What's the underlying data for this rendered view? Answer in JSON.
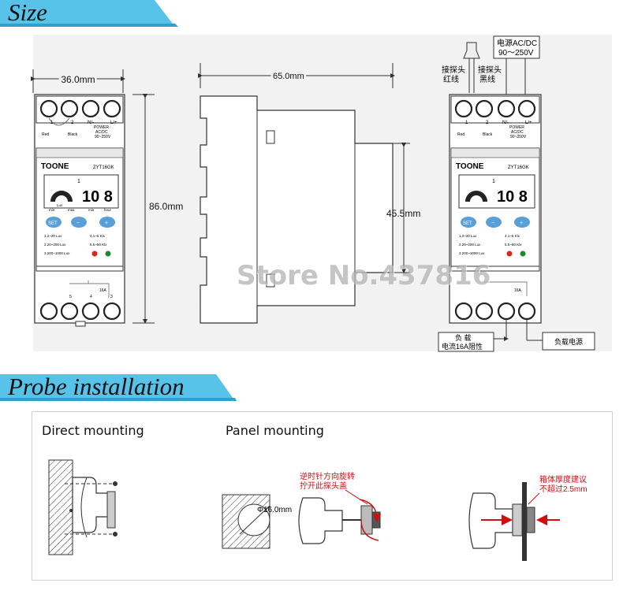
{
  "section_size": {
    "title": "Size"
  },
  "section_probe": {
    "title": "Probe installation"
  },
  "dimensions": {
    "width_front": "36.0mm",
    "height_front": "86.0mm",
    "depth_side": "65.0mm",
    "depth_step": "45.5mm"
  },
  "device": {
    "brand": "TOONE",
    "model": "ZYT16GK",
    "terminal_labels_top": [
      "1",
      "2",
      "N/-",
      "L/+"
    ],
    "wire_colors": [
      "Red",
      "Black"
    ],
    "power_label": "POWER",
    "power_type": "AC/DC",
    "power_range_small": "90~250V",
    "lcd_digits": "10 8",
    "lcd_top_digit": "1",
    "lcd_lux": "Lux",
    "lcd_scale": [
      "min",
      "max",
      "min",
      "hour"
    ],
    "buttons": [
      "SET",
      "−",
      "+"
    ],
    "ranges_left": [
      "1.2~20 Lux",
      "2.20~200 Lux",
      "3.200~1000 Lux"
    ],
    "ranges_right": [
      "4.1~5 Klx",
      "5.5~50 Klx"
    ],
    "relay_label": "16A",
    "terminal_labels_bottom": [
      "5",
      "4",
      "3"
    ]
  },
  "wiring": {
    "probe_red": "接探头\n红线",
    "probe_black": "接探头\n黑线",
    "power_box_line1": "电源AC/DC",
    "power_box_line2": "90～250V",
    "load_box_line1": "负  载",
    "load_box_line2": "电流16A阻性",
    "load_power": "负载电源"
  },
  "watermark": "Store No.437816",
  "probe": {
    "direct_label": "Direct mounting",
    "panel_label": "Panel mounting",
    "hole_label": "Φ16.0mm",
    "note_rotate_1": "逆时针方向旋转",
    "note_rotate_2": "拧开此探头盖",
    "note_thickness_1": "箱体厚度建议",
    "note_thickness_2": "不超过2.5mm"
  },
  "colors": {
    "banner": "#58c3e8",
    "button": "#5aa0d8",
    "led_red": "#d22",
    "led_green": "#1a8a2a",
    "annotation_red": "#d01010"
  }
}
